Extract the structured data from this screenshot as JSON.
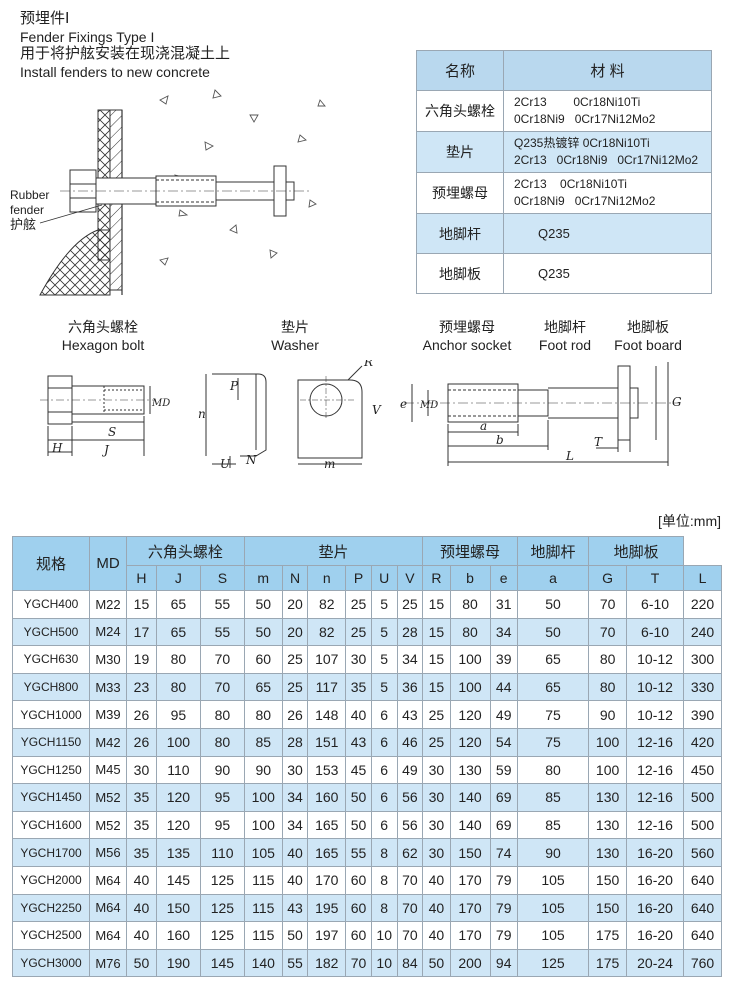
{
  "header": {
    "title_cn": "预埋件I",
    "title_en": "Fender Fixings Type I",
    "subtitle_cn": "用于将护舷安装在现浇混凝土上",
    "subtitle_en": "Install fenders to new concrete"
  },
  "drawing": {
    "rubber_fender_en_1": "Rubber",
    "rubber_fender_en_2": "fender",
    "rubber_fender_cn": "护舷"
  },
  "material_table": {
    "header_name": "名称",
    "header_material": "材 料",
    "rows": [
      {
        "name": "六角头螺栓",
        "lines": [
          "2Cr13        0Cr18Ni10Ti",
          "0Cr18Ni9   0Cr17Ni12Mo2"
        ]
      },
      {
        "name": "垫片",
        "lines": [
          "Q235热镀锌 0Cr18Ni10Ti",
          "2Cr13   0Cr18Ni9   0Cr17Ni12Mo2"
        ]
      },
      {
        "name": "预埋螺母",
        "lines": [
          "2Cr13    0Cr18Ni10Ti",
          "0Cr18Ni9   0Cr17Ni12Mo2"
        ]
      },
      {
        "name": "地脚杆",
        "lines": [
          "Q235"
        ]
      },
      {
        "name": "地脚板",
        "lines": [
          "Q235"
        ]
      }
    ]
  },
  "parts": [
    {
      "cn": "六角头螺栓",
      "en": "Hexagon bolt"
    },
    {
      "cn": "垫片",
      "en": "Washer"
    },
    {
      "cn": "预埋螺母",
      "en": "Anchor socket"
    },
    {
      "cn": "地脚杆",
      "en": "Foot rod"
    },
    {
      "cn": "地脚板",
      "en": "Foot board"
    }
  ],
  "dimension_letters": {
    "bolt": [
      "S",
      "J",
      "H",
      "MD"
    ],
    "washer": [
      "P",
      "n",
      "U",
      "N",
      "m",
      "R",
      "V"
    ],
    "anchor": [
      "e",
      "MD",
      "a",
      "b",
      "L",
      "T",
      "G"
    ]
  },
  "unit": "[单位:mm]",
  "spec_table": {
    "group_headers": {
      "spec": "规格",
      "md": "MD",
      "bolt": "六角头螺栓",
      "washer": "垫片",
      "anchor": "预埋螺母",
      "rod": "地脚杆",
      "board": "地脚板"
    },
    "sub_headers": [
      "H",
      "J",
      "S",
      "m",
      "N",
      "n",
      "P",
      "U",
      "V",
      "R",
      "b",
      "e",
      "a",
      "G",
      "T",
      "L"
    ],
    "rows": [
      [
        "YGCH400",
        "M22",
        "15",
        "65",
        "55",
        "50",
        "20",
        "82",
        "25",
        "5",
        "25",
        "15",
        "80",
        "31",
        "50",
        "70",
        "6-10",
        "220"
      ],
      [
        "YGCH500",
        "M24",
        "17",
        "65",
        "55",
        "50",
        "20",
        "82",
        "25",
        "5",
        "28",
        "15",
        "80",
        "34",
        "50",
        "70",
        "6-10",
        "240"
      ],
      [
        "YGCH630",
        "M30",
        "19",
        "80",
        "70",
        "60",
        "25",
        "107",
        "30",
        "5",
        "34",
        "15",
        "100",
        "39",
        "65",
        "80",
        "10-12",
        "300"
      ],
      [
        "YGCH800",
        "M33",
        "23",
        "80",
        "70",
        "65",
        "25",
        "117",
        "35",
        "5",
        "36",
        "15",
        "100",
        "44",
        "65",
        "80",
        "10-12",
        "330"
      ],
      [
        "YGCH1000",
        "M39",
        "26",
        "95",
        "80",
        "80",
        "26",
        "148",
        "40",
        "6",
        "43",
        "25",
        "120",
        "49",
        "75",
        "90",
        "10-12",
        "390"
      ],
      [
        "YGCH1150",
        "M42",
        "26",
        "100",
        "80",
        "85",
        "28",
        "151",
        "43",
        "6",
        "46",
        "25",
        "120",
        "54",
        "75",
        "100",
        "12-16",
        "420"
      ],
      [
        "YGCH1250",
        "M45",
        "30",
        "110",
        "90",
        "90",
        "30",
        "153",
        "45",
        "6",
        "49",
        "30",
        "130",
        "59",
        "80",
        "100",
        "12-16",
        "450"
      ],
      [
        "YGCH1450",
        "M52",
        "35",
        "120",
        "95",
        "100",
        "34",
        "160",
        "50",
        "6",
        "56",
        "30",
        "140",
        "69",
        "85",
        "130",
        "12-16",
        "500"
      ],
      [
        "YGCH1600",
        "M52",
        "35",
        "120",
        "95",
        "100",
        "34",
        "165",
        "50",
        "6",
        "56",
        "30",
        "140",
        "69",
        "85",
        "130",
        "12-16",
        "500"
      ],
      [
        "YGCH1700",
        "M56",
        "35",
        "135",
        "110",
        "105",
        "40",
        "165",
        "55",
        "8",
        "62",
        "30",
        "150",
        "74",
        "90",
        "130",
        "16-20",
        "560"
      ],
      [
        "YGCH2000",
        "M64",
        "40",
        "145",
        "125",
        "115",
        "40",
        "170",
        "60",
        "8",
        "70",
        "40",
        "170",
        "79",
        "105",
        "150",
        "16-20",
        "640"
      ],
      [
        "YGCH2250",
        "M64",
        "40",
        "150",
        "125",
        "115",
        "43",
        "195",
        "60",
        "8",
        "70",
        "40",
        "170",
        "79",
        "105",
        "150",
        "16-20",
        "640"
      ],
      [
        "YGCH2500",
        "M64",
        "40",
        "160",
        "125",
        "115",
        "50",
        "197",
        "60",
        "10",
        "70",
        "40",
        "170",
        "79",
        "105",
        "175",
        "16-20",
        "640"
      ],
      [
        "YGCH3000",
        "M76",
        "50",
        "190",
        "145",
        "140",
        "55",
        "182",
        "70",
        "10",
        "84",
        "50",
        "200",
        "94",
        "125",
        "175",
        "20-24",
        "760"
      ]
    ]
  }
}
